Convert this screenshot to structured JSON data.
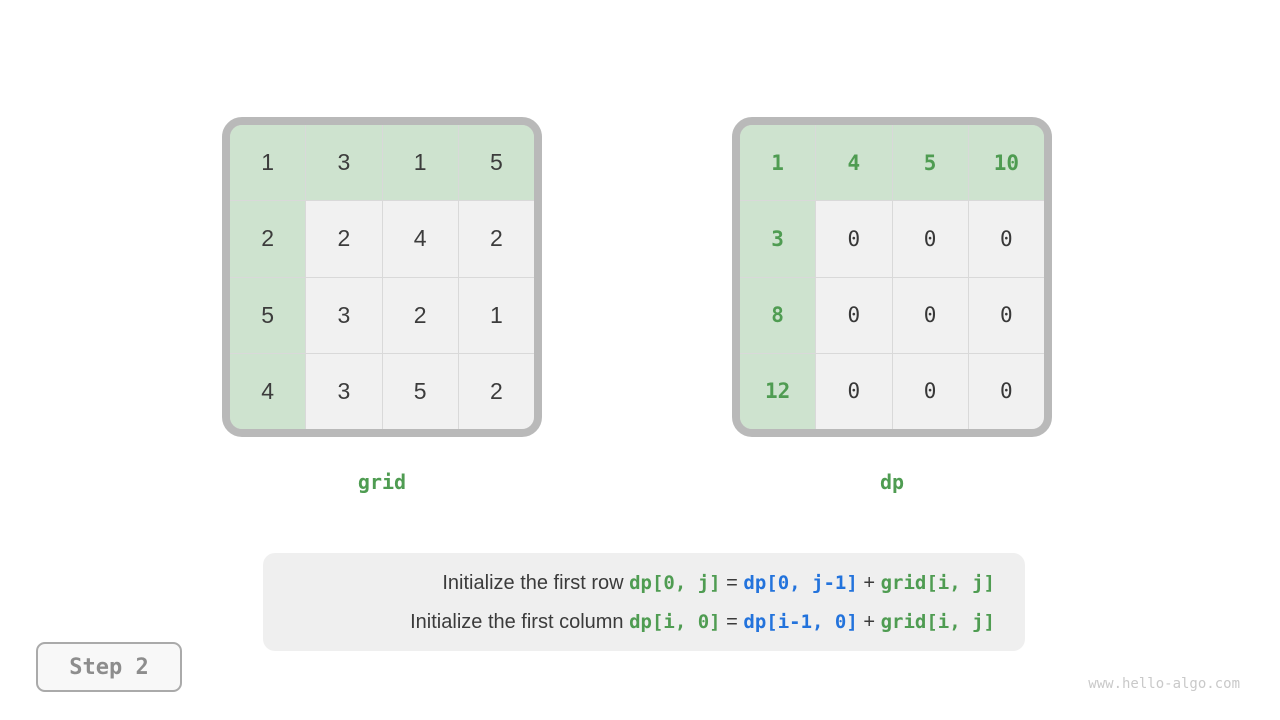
{
  "colors": {
    "green_cell_bg": "#cee3cf",
    "gray_cell_bg": "#f1f1f1",
    "table_border": "#b9b9b9",
    "green_text": "#4f9c52",
    "blue_text": "#2373dc",
    "dark_text": "#3b3b3b",
    "badge_text": "#8d8d8d",
    "watermark_text": "#c9c9c9"
  },
  "tables": [
    {
      "id": "grid",
      "label": "grid",
      "mono": false,
      "rows": [
        [
          {
            "v": "1",
            "hl": true
          },
          {
            "v": "3",
            "hl": true
          },
          {
            "v": "1",
            "hl": true
          },
          {
            "v": "5",
            "hl": true
          }
        ],
        [
          {
            "v": "2",
            "hl": true
          },
          {
            "v": "2",
            "hl": false
          },
          {
            "v": "4",
            "hl": false
          },
          {
            "v": "2",
            "hl": false
          }
        ],
        [
          {
            "v": "5",
            "hl": true
          },
          {
            "v": "3",
            "hl": false
          },
          {
            "v": "2",
            "hl": false
          },
          {
            "v": "1",
            "hl": false
          }
        ],
        [
          {
            "v": "4",
            "hl": true
          },
          {
            "v": "3",
            "hl": false
          },
          {
            "v": "5",
            "hl": false
          },
          {
            "v": "2",
            "hl": false
          }
        ]
      ]
    },
    {
      "id": "dp",
      "label": "dp",
      "mono": true,
      "rows": [
        [
          {
            "v": "1",
            "hl": true
          },
          {
            "v": "4",
            "hl": true
          },
          {
            "v": "5",
            "hl": true
          },
          {
            "v": "10",
            "hl": true
          }
        ],
        [
          {
            "v": "3",
            "hl": true
          },
          {
            "v": "0",
            "hl": false
          },
          {
            "v": "0",
            "hl": false
          },
          {
            "v": "0",
            "hl": false
          }
        ],
        [
          {
            "v": "8",
            "hl": true
          },
          {
            "v": "0",
            "hl": false
          },
          {
            "v": "0",
            "hl": false
          },
          {
            "v": "0",
            "hl": false
          }
        ],
        [
          {
            "v": "12",
            "hl": true
          },
          {
            "v": "0",
            "hl": false
          },
          {
            "v": "0",
            "hl": false
          },
          {
            "v": "0",
            "hl": false
          }
        ]
      ]
    }
  ],
  "caption": {
    "lines": [
      {
        "segments": [
          {
            "t": "Initialize the first row ",
            "s": "plain"
          },
          {
            "t": "dp[0, j]",
            "s": "green"
          },
          {
            "t": " = ",
            "s": "plain"
          },
          {
            "t": "dp[0, j-1]",
            "s": "blue"
          },
          {
            "t": " + ",
            "s": "plain"
          },
          {
            "t": "grid[i, j]",
            "s": "green"
          }
        ]
      },
      {
        "segments": [
          {
            "t": "Initialize the first column ",
            "s": "plain"
          },
          {
            "t": "dp[i, 0]",
            "s": "green"
          },
          {
            "t": " = ",
            "s": "plain"
          },
          {
            "t": "dp[i-1, 0]",
            "s": "blue"
          },
          {
            "t": " + ",
            "s": "plain"
          },
          {
            "t": "grid[i, j]",
            "s": "green"
          }
        ]
      }
    ]
  },
  "step_badge": {
    "label": "Step 2"
  },
  "watermark": "www.hello-algo.com"
}
